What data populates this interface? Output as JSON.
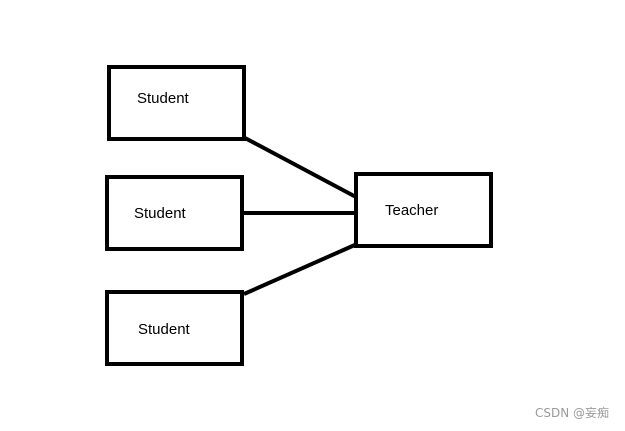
{
  "diagram": {
    "nodes": [
      {
        "id": "student-1",
        "label": "Student"
      },
      {
        "id": "student-2",
        "label": "Student"
      },
      {
        "id": "student-3",
        "label": "Student"
      },
      {
        "id": "teacher",
        "label": "Teacher"
      }
    ],
    "edges": [
      {
        "from": "student-1",
        "to": "teacher"
      },
      {
        "from": "student-2",
        "to": "teacher"
      },
      {
        "from": "student-3",
        "to": "teacher"
      }
    ]
  },
  "watermark": {
    "text": "CSDN @妄痴"
  },
  "colors": {
    "stroke": "#000000",
    "background": "#ffffff",
    "watermark": "#9a9a9a"
  }
}
